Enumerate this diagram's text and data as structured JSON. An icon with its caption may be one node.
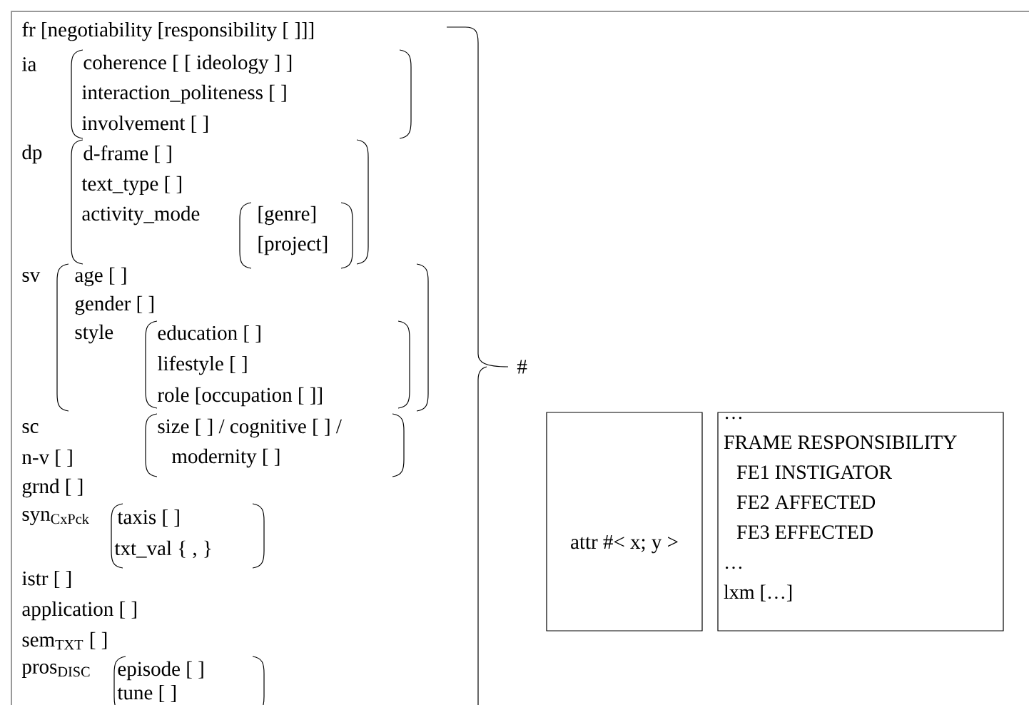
{
  "diagram": {
    "nodes": [
      {
        "text": [
          "attr #< x; y >"
        ]
      },
      {
        "text": [
          "…",
          "FRAME RESPONSIBILITY",
          "FE1 INSTIGATOR",
          "FE2 AFFECTED",
          "FE3 EFFECTED",
          "…",
          "lxm […]"
        ]
      }
    ],
    "edges": [],
    "labels": [
      "fr [negotiability [responsibility [ ]]]",
      "ia",
      "coherence [ [ ideology ] ]",
      "interaction_politeness [ ]",
      "involvement [ ]",
      "dp",
      "d-frame [ ]",
      "text_type [ ]",
      "activity_mode",
      "[genre]",
      "[project]",
      "sv",
      "age [ ]",
      "gender [ ]",
      "style",
      "education [ ]",
      "lifestyle [ ]",
      "#",
      "role [occupation [ ]]",
      "sc",
      "size [ ] / cognitive [ ] /",
      "n-v [ ]",
      "modernity [ ]",
      "grnd [ ]",
      "syn$_{CxPck}$",
      "taxis [ ]",
      "txt_val { , }",
      "istr [ ]",
      "application [ ]",
      "sem$_{TXT}$ [ ]",
      "pros$_{DISC}$",
      "episode [ ]",
      "tune [ ]"
    ]
  }
}
